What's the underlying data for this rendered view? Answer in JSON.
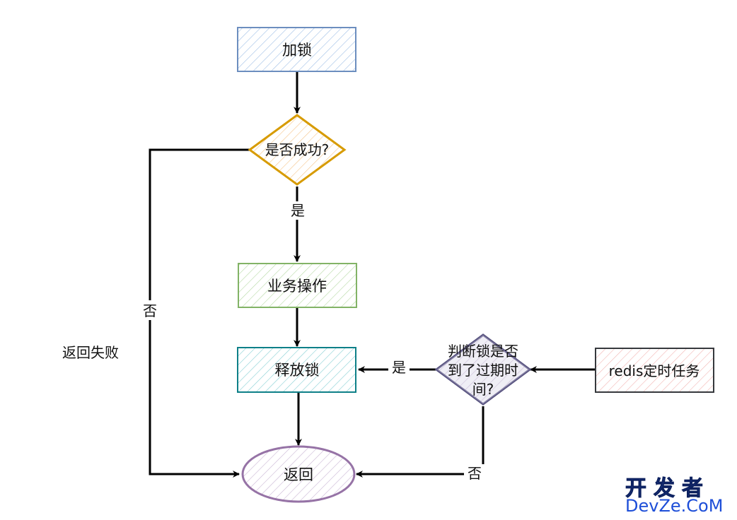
{
  "nodes": {
    "lock": "加锁",
    "success_check": "是否成功?",
    "business": "业务操作",
    "release": "释放锁",
    "ret": "返回",
    "expire_check": [
      "判断锁是否",
      "到了过期时",
      "间?"
    ],
    "redis_task": "redis定时任务"
  },
  "edge_labels": {
    "yes_success": "是",
    "no_success": "否",
    "return_fail": "返回失败",
    "yes_expired": "是",
    "no_expired": "否"
  },
  "watermark": {
    "cn": "开发者",
    "en": "DevZe.CoM"
  },
  "colors": {
    "lock_stroke": "#6c8ebf",
    "lock_fill": "#dae8fc",
    "check_stroke": "#d79b00",
    "check_fill": "#ffe6cc",
    "business_stroke": "#82b366",
    "business_fill": "#d5e8d4",
    "release_stroke": "#0e8088",
    "release_fill": "#b0e3e6",
    "return_stroke": "#9673a6",
    "return_fill": "#e1d5e7",
    "expire_stroke": "#56517e",
    "expire_fill": "#d0cee2",
    "redis_stroke": "#36393d",
    "redis_fill": "#f8cecc"
  }
}
